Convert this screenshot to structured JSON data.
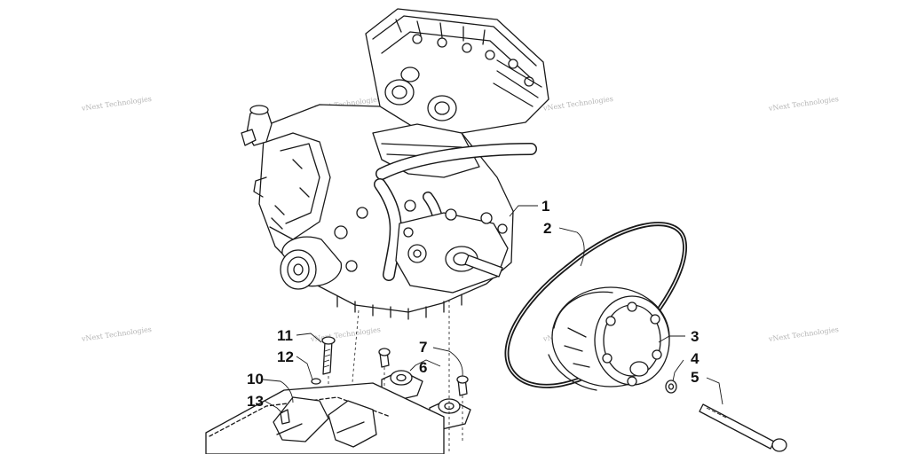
{
  "watermark": {
    "text": "vNext Technologies"
  },
  "callouts": [
    {
      "id": "1",
      "label": "1"
    },
    {
      "id": "2",
      "label": "2"
    },
    {
      "id": "3",
      "label": "3"
    },
    {
      "id": "4",
      "label": "4"
    },
    {
      "id": "5",
      "label": "5"
    },
    {
      "id": "6",
      "label": "6"
    },
    {
      "id": "7",
      "label": "7"
    },
    {
      "id": "10",
      "label": "10"
    },
    {
      "id": "11",
      "label": "11"
    },
    {
      "id": "12",
      "label": "12"
    },
    {
      "id": "13",
      "label": "13"
    }
  ]
}
